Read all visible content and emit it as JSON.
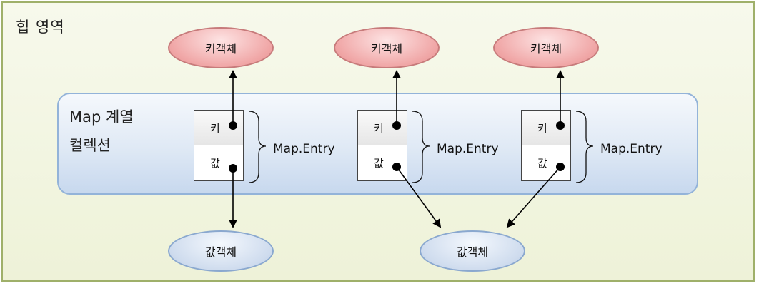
{
  "heap": {
    "label": "힙 영역"
  },
  "collection": {
    "label_line1": "Map 계열",
    "label_line2": "컬렉션"
  },
  "entries": [
    {
      "key_label": "키",
      "value_label": "값",
      "entry_label": "Map.Entry"
    },
    {
      "key_label": "키",
      "value_label": "값",
      "entry_label": "Map.Entry"
    },
    {
      "key_label": "키",
      "value_label": "값",
      "entry_label": "Map.Entry"
    }
  ],
  "key_objects": [
    {
      "label": "키객체"
    },
    {
      "label": "키객체"
    },
    {
      "label": "키객체"
    }
  ],
  "value_objects": [
    {
      "label": "값객체"
    },
    {
      "label": "값객체"
    }
  ],
  "colors": {
    "heap_border": "#9fb06a",
    "collection_border": "#93b3d9",
    "key_object": "#f0a6a6",
    "value_object": "#cfdcee"
  }
}
